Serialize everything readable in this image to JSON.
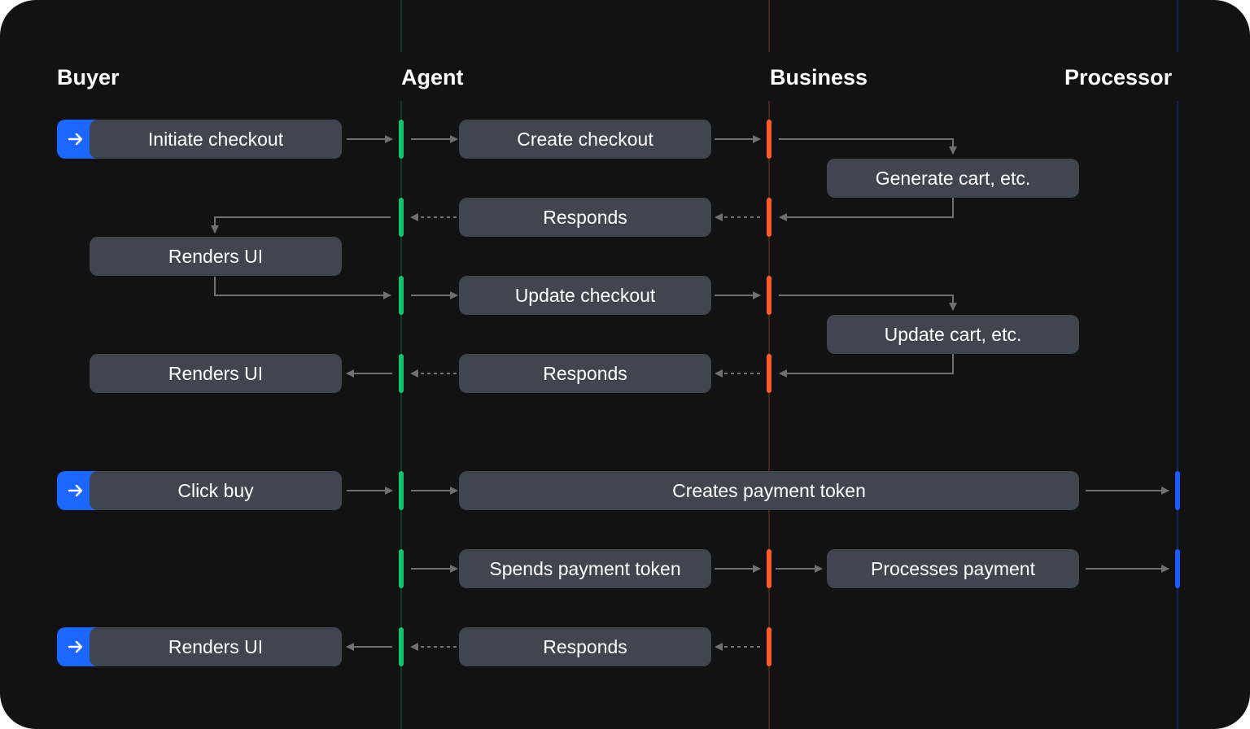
{
  "lanes": {
    "buyer": "Buyer",
    "agent": "Agent",
    "business": "Business",
    "processor": "Processor"
  },
  "colors": {
    "background": "#121213",
    "pill": "#3f4650",
    "buyer_accent": "#1c67ff",
    "agent": "#12c46c",
    "business": "#ff5c28",
    "processor": "#1c5cff",
    "connector": "#707070"
  },
  "steps": {
    "initiate_checkout": "Initiate checkout",
    "create_checkout": "Create checkout",
    "generate_cart": "Generate cart, etc.",
    "responds_1": "Responds",
    "renders_ui_1": "Renders UI",
    "update_checkout": "Update checkout",
    "update_cart": "Update cart, etc.",
    "responds_2": "Responds",
    "renders_ui_2": "Renders UI",
    "click_buy": "Click buy",
    "creates_payment_token": "Creates payment token",
    "spends_payment_token": "Spends payment token",
    "processes_payment": "Processes payment",
    "responds_3": "Responds",
    "renders_ui_3": "Renders UI"
  },
  "icons": {
    "user_action": "arrow-right-icon"
  }
}
